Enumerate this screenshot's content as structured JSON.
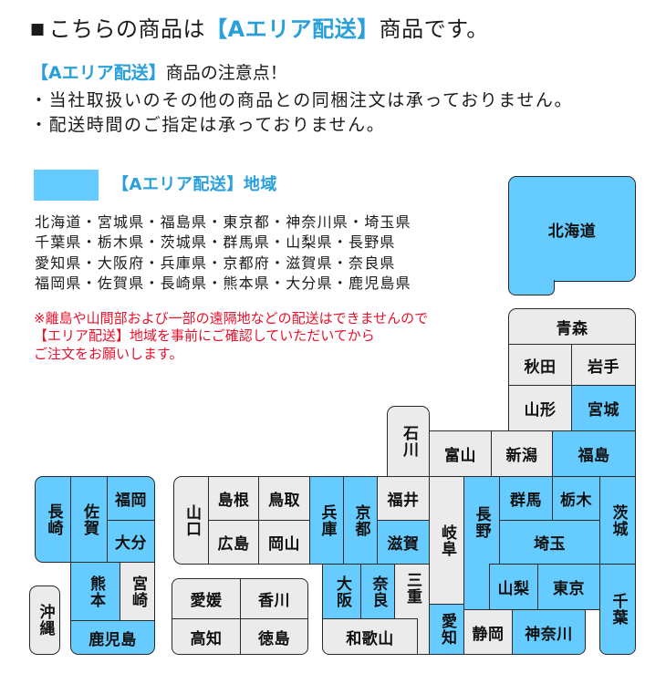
{
  "colors": {
    "in_area": "#66ccff",
    "out_area": "#ebebeb",
    "accent_text": "#29a0da",
    "warning_text": "#e8102a"
  },
  "header": {
    "bullet": "■",
    "prefix": "こちらの商品は",
    "highlight": "【Aエリア配送】",
    "suffix": "商品です。"
  },
  "notice": {
    "title_highlight": "【Aエリア配送】",
    "title_rest": "商品の注意点！",
    "items": [
      "・当社取扱いのその他の商品との同梱注文は承っておりません。",
      "・配送時間のご指定は承っておりません。"
    ]
  },
  "legend": {
    "label": "【Aエリア配送】地域"
  },
  "area_list": {
    "lines": [
      "北海道・宮城県・福島県・東京都・神奈川県・埼玉県",
      "千葉県・栃木県・茨城県・群馬県・山梨県・長野県",
      "愛知県・大阪府・兵庫県・京都府・滋賀県・奈良県",
      "福岡県・佐賀県・長崎県・熊本県・大分県・鹿児島県"
    ]
  },
  "warning": {
    "lines": [
      "※離島や山間部および一部の遠隔地などの配送はできませんので",
      "【エリア配送】地域を事前にご確認していただいてから",
      "ご注文をお願いします。"
    ]
  },
  "map": {
    "prefectures": [
      {
        "name": "北海道",
        "in_area": true
      },
      {
        "name": "青森",
        "in_area": false
      },
      {
        "name": "秋田",
        "in_area": false
      },
      {
        "name": "岩手",
        "in_area": false
      },
      {
        "name": "山形",
        "in_area": false
      },
      {
        "name": "宮城",
        "in_area": true
      },
      {
        "name": "石川",
        "in_area": false
      },
      {
        "name": "富山",
        "in_area": false
      },
      {
        "name": "新潟",
        "in_area": false
      },
      {
        "name": "福島",
        "in_area": true
      },
      {
        "name": "福井",
        "in_area": false
      },
      {
        "name": "滋賀",
        "in_area": true
      },
      {
        "name": "岐阜",
        "in_area": false
      },
      {
        "name": "愛知",
        "in_area": true
      },
      {
        "name": "長野",
        "in_area": true
      },
      {
        "name": "群馬",
        "in_area": true
      },
      {
        "name": "栃木",
        "in_area": true
      },
      {
        "name": "茨城",
        "in_area": true
      },
      {
        "name": "埼玉",
        "in_area": true
      },
      {
        "name": "山梨",
        "in_area": true
      },
      {
        "name": "東京",
        "in_area": true
      },
      {
        "name": "千葉",
        "in_area": true
      },
      {
        "name": "静岡",
        "in_area": false
      },
      {
        "name": "神奈川",
        "in_area": true
      },
      {
        "name": "山口",
        "in_area": false
      },
      {
        "name": "島根",
        "in_area": false
      },
      {
        "name": "鳥取",
        "in_area": false
      },
      {
        "name": "広島",
        "in_area": false
      },
      {
        "name": "岡山",
        "in_area": false
      },
      {
        "name": "兵庫",
        "in_area": true
      },
      {
        "name": "京都",
        "in_area": true
      },
      {
        "name": "大阪",
        "in_area": true
      },
      {
        "name": "奈良",
        "in_area": true
      },
      {
        "name": "三重",
        "in_area": false
      },
      {
        "name": "和歌山",
        "in_area": false
      },
      {
        "name": "愛媛",
        "in_area": false
      },
      {
        "name": "香川",
        "in_area": false
      },
      {
        "name": "高知",
        "in_area": false
      },
      {
        "name": "徳島",
        "in_area": false
      },
      {
        "name": "長崎",
        "in_area": true
      },
      {
        "name": "佐賀",
        "in_area": true
      },
      {
        "name": "福岡",
        "in_area": true
      },
      {
        "name": "大分",
        "in_area": true
      },
      {
        "name": "熊本",
        "in_area": true
      },
      {
        "name": "宮崎",
        "in_area": false
      },
      {
        "name": "鹿児島",
        "in_area": true
      },
      {
        "name": "沖縄",
        "in_area": false
      }
    ]
  }
}
